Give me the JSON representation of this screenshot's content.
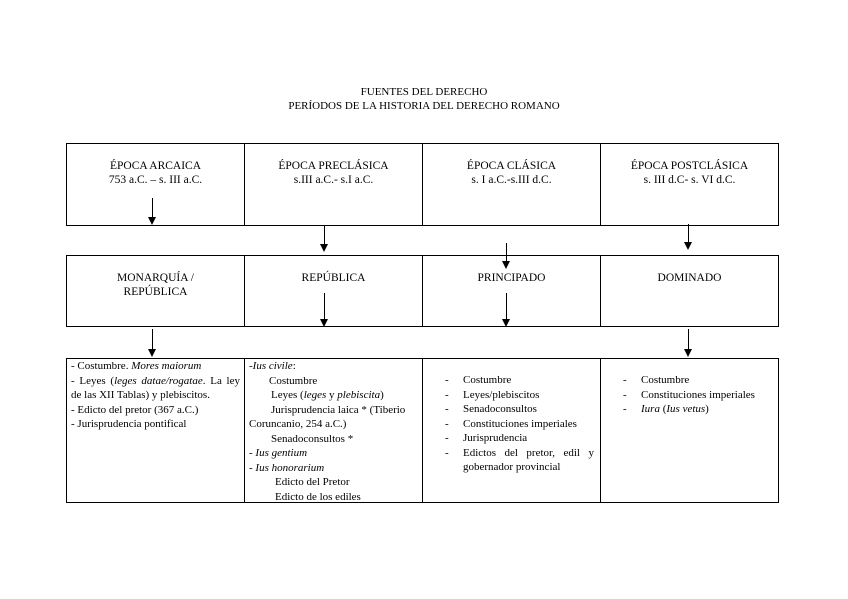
{
  "title": {
    "line1": "FUENTES DEL DERECHO",
    "line2": "PERÍODOS DE LA HISTORIA DEL DERECHO ROMANO"
  },
  "epochs": [
    {
      "name": "ÉPOCA ARCAICA",
      "dates": "753 a.C. – s. III a.C."
    },
    {
      "name": "ÉPOCA PRECLÁSICA",
      "dates": "s.III a.C.- s.I a.C."
    },
    {
      "name": "ÉPOCA CLÁSICA",
      "dates": "s. I a.C.-s.III d.C."
    },
    {
      "name": "ÉPOCA POSTCLÁSICA",
      "dates": "s. III d.C- s. VI d.C."
    }
  ],
  "regimes": [
    {
      "line1": "MONARQUÍA /",
      "line2": "REPÚBLICA"
    },
    {
      "line1": "REPÚBLICA",
      "line2": ""
    },
    {
      "line1": "PRINCIPADO",
      "line2": ""
    },
    {
      "line1": "DOMINADO",
      "line2": ""
    }
  ],
  "sources": {
    "arcaica": {
      "costumbre": "- Costumbre. ",
      "mores": "Mores maiorum",
      "leyes_a": "- Leyes (",
      "leyes_b": "leges datae/rogatae",
      "leyes_c": ". La ley de las XII Tablas) y plebiscitos.",
      "edicto": "- Edicto del pretor (367 a.C.)",
      "juris": "- Jurisprudencia pontifical"
    },
    "preclasica": {
      "ius_civile_a": "-",
      "ius_civile_b": "Ius civile",
      "ius_civile_c": ":",
      "costumbre": "Costumbre",
      "leyes_a": "Leyes (",
      "leyes_b": "leges",
      "leyes_c": " y ",
      "leyes_d": "plebiscita",
      "leyes_e": ")",
      "juris": "Jurisprudencia laica * (Tiberio Coruncanio, 254 a.C.)",
      "senado": "Senadoconsultos *",
      "gentium_a": "- ",
      "gentium_b": "Ius gentium",
      "honor_a": "- ",
      "honor_b": "Ius honorarium",
      "edicto_pretor": "Edicto del Pretor",
      "edicto_ediles": "Edicto de los ediles"
    },
    "clasica": {
      "dash": "-",
      "items": [
        "Costumbre",
        "Leyes/plebiscitos",
        "Senadoconsultos",
        "Constituciones imperiales",
        "Jurisprudencia",
        "Edictos del pretor, edil y gobernador provincial"
      ]
    },
    "postclasica": {
      "dash": "-",
      "item1": "Costumbre",
      "item2": "Constituciones imperiales",
      "iura_a": "Iura",
      "iura_b": " (",
      "iura_c": "Ius vetus",
      "iura_d": ")"
    }
  }
}
